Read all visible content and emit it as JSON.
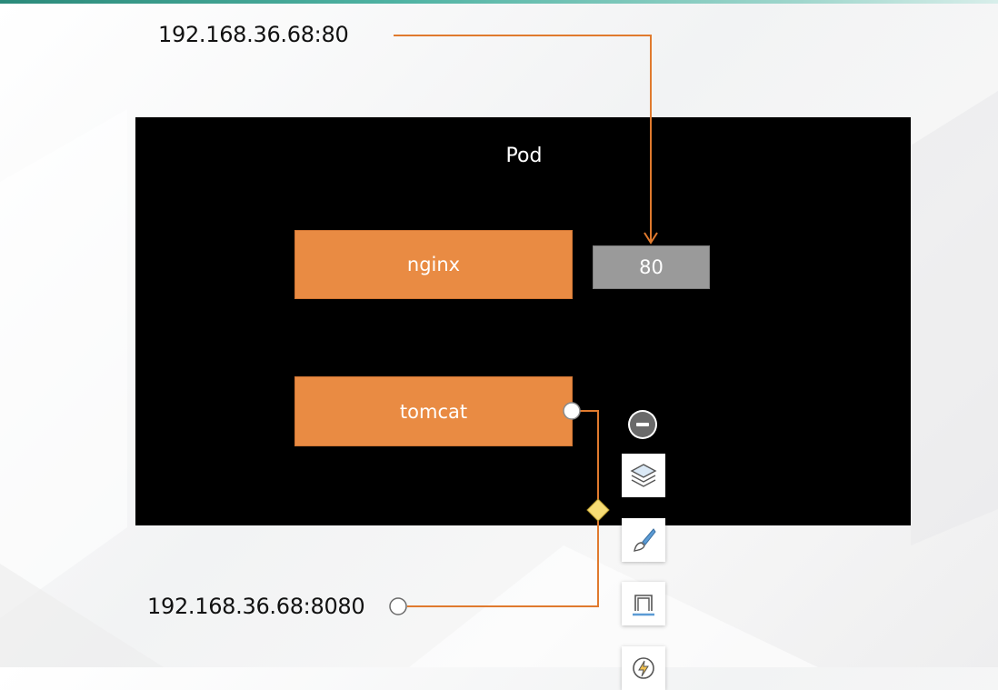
{
  "diagram": {
    "pod_label": "Pod",
    "containers": {
      "nginx": "nginx",
      "tomcat": "tomcat"
    },
    "port_label": "80",
    "top_address": "192.168.36.68:80",
    "bottom_address": "192.168.36.68:8080"
  },
  "colors": {
    "container_fill": "#e98b43",
    "port_fill": "#9a9a9a",
    "connector": "#e07a2e",
    "pod_background": "#000000",
    "handle_diamond": "#f6dc74"
  },
  "toolbar": {
    "items": [
      "remove-icon",
      "layers-icon",
      "brush-icon",
      "shape-outline-icon",
      "animation-icon"
    ]
  }
}
